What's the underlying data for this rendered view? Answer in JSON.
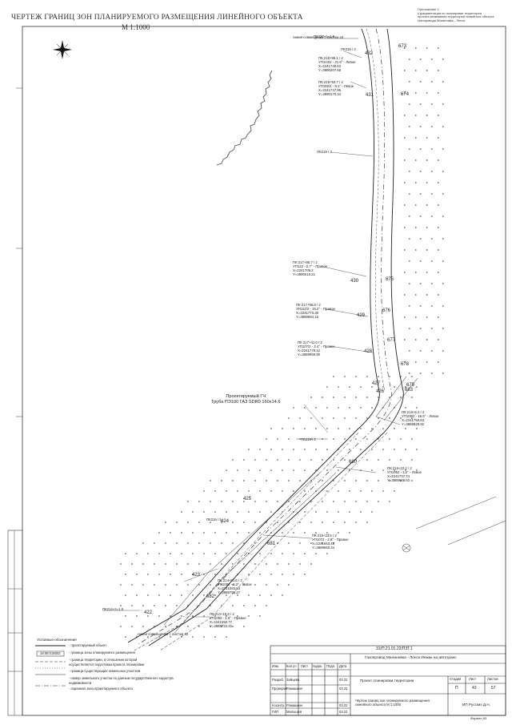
{
  "drawing": {
    "title": "ЧЕРТЕЖ ГРАНИЦ ЗОН ПЛАНИРУЕМОГО РАЗМЕЩЕНИЯ ЛИНЕЙНОГО ОБЪЕКТА",
    "scale": "М 1:1000",
    "appendix": "Приложение 1\nк документации по планировке территории\nпроекта межевания территории линейного объекта\nгазопровода Малиновка - Ленск",
    "top_note": "линия совмещения с листом 44",
    "bottom_note": "линия совмещения с листом 42",
    "callout": {
      "line1": "Проектируемый ГЧ",
      "line2": "Труба ПЭ100 ГАЗ SDR9 160x14.6"
    },
    "pk_short": [
      {
        "text": "ПК220+1=1.5"
      },
      {
        "text": "ПК219 / 2"
      },
      {
        "text": "ПК219 / 3"
      },
      {
        "text": "ПК216 / 2"
      },
      {
        "text": "ПК216 / 5"
      },
      {
        "text": "ПК214+2=1.5"
      }
    ],
    "pk_blocks": [
      {
        "lines": [
          "ПК 218+95.1 / 2",
          "УП144/2 - 21.6° - Левое",
          "X=2241745.63",
          "Y=3890207.65"
        ]
      },
      {
        "lines": [
          "ПК 218+53.7 / 2",
          "УП182/2 - 8.1° - Левое",
          "X=2241747.95",
          "Y=3890170.34"
        ]
      },
      {
        "lines": [
          "ПК 217+95.7 / 2",
          "УП122 - 2.7° - Правое",
          "X=2241706.2",
          "Y=3890010.21"
        ]
      },
      {
        "lines": [
          "ПК 217+66.9 / 2",
          "УП112/2 - 15.2° - Правое",
          "X=2241773.38",
          "Y=3889984.15"
        ]
      },
      {
        "lines": [
          "ПК 217+41.0 / 2",
          "УП107/2 - 2.4° - Правое",
          "X=2241778.12",
          "Y=3889959.90"
        ]
      },
      {
        "lines": [
          "ПК 216+6.2 / 2",
          "УП109/2 - 16.5° - Левое",
          "X=2241750.63",
          "Y=3889829.92"
        ]
      },
      {
        "lines": [
          "ПК 216+22.2 / 2",
          "УП1952 - 1.2° - Левое",
          "X=2241707.74",
          "Y=3889668.63"
        ]
      },
      {
        "lines": [
          "ПК 215+23.5 / 2",
          "УП1072 - 2.8° - Правое",
          "X=2241653.45",
          "Y=3889560.34"
        ]
      },
      {
        "lines": [
          "ПК 214+61.5 / 2",
          "УП1082 - 5.2° - Левое",
          "X=2241593.53",
          "Y=3889755.27"
        ]
      },
      {
        "lines": [
          "ПК 214+15.6 / 2",
          "УП1052 - 1.0° - Правое",
          "X=2241550.77",
          "Y=3889722.32"
        ]
      }
    ],
    "station_numbers": [
      "432",
      "431",
      "430",
      "429",
      "428",
      "427",
      "426",
      "425",
      "424",
      "423",
      "422",
      "673",
      "674",
      "675",
      "676",
      "677",
      "678",
      "679",
      "680",
      "681",
      "682",
      "683"
    ],
    "legend": {
      "title": "Условные обозначения",
      "cadastral": "18:08:018002",
      "items": [
        "- проектируемый объект",
        "- граница зоны планируемого размещения",
        "- граница территории, в отношении которой",
        "  осуществляется подготовка проекта планировки",
        "- граница существующих земельных участков",
        "- номер земельного участка по данным государственного кадастра",
        "  недвижимости",
        "- охранная зона проектируемого объекта"
      ]
    },
    "title_block": {
      "code": "31/П.21.01.22/ПЗТ.1",
      "project": "Газопровод Малиновка - Ленск Инжак на автотранс",
      "section": "Проект планировки территории",
      "sheet_title": "Чертеж границ зон планируемого размещения линейного объекта М 1:1000",
      "org": "ИП Русских Д.Н.",
      "stage_h": "Стадия",
      "stage": "П",
      "sheet_h": "Лист",
      "sheet": "43",
      "sheets_h": "Листов",
      "sheets": "57",
      "format": "Формат А3",
      "rows": [
        {
          "role": "Разраб.",
          "name": "Зайцева",
          "date": "03.22"
        },
        {
          "role": "Проверил",
          "name": "Ромашкин",
          "date": "03.22"
        },
        {
          "role": "",
          "name": "",
          "date": ""
        },
        {
          "role": "Н.контр.",
          "name": "Ромашкин",
          "date": "03.22"
        },
        {
          "role": "ГИП",
          "name": "Малышев",
          "date": "03.22"
        }
      ],
      "hdr": [
        "Изм.",
        "Кол.уч",
        "Лист",
        "№док.",
        "Подп.",
        "Дата"
      ]
    }
  }
}
